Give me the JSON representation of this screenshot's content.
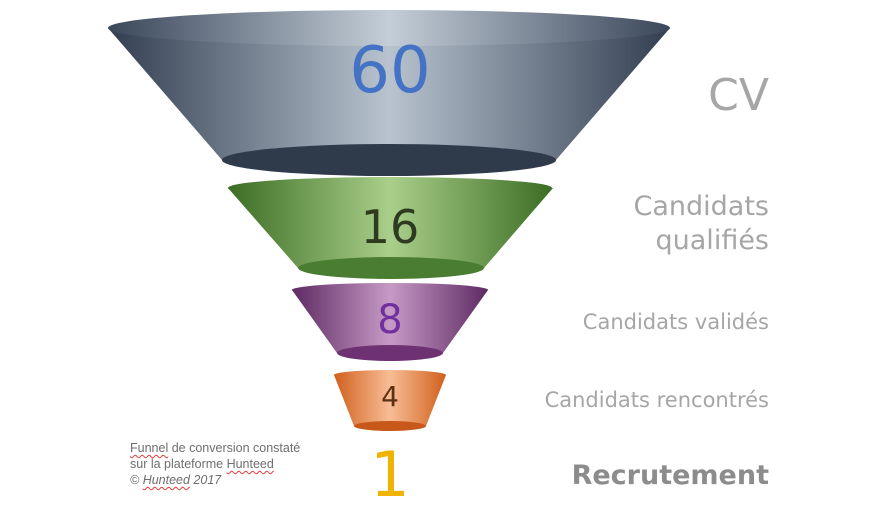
{
  "funnel": {
    "stages": [
      {
        "value": "60",
        "label": "CV",
        "value_color": "#4472c4",
        "fill_dark": "#323e50",
        "fill_light": "#b4bfcb"
      },
      {
        "value": "16",
        "label_line1": "Candidats",
        "label_line2": "qualifiés",
        "value_color": "#2e3b21",
        "fill_dark": "#3c6d24",
        "fill_light": "#a9cf8a"
      },
      {
        "value": "8",
        "label": "Candidats validés",
        "value_color": "#7030a0",
        "fill_dark": "#5d2a62",
        "fill_light": "#c79ac6"
      },
      {
        "value": "4",
        "label": "Candidats rencontrés",
        "value_color": "#5a3112",
        "fill_dark": "#d0601c",
        "fill_light": "#f6b48a"
      },
      {
        "value": "1",
        "label": "Recrutement",
        "value_color": "#f0b400"
      }
    ]
  },
  "caption": {
    "line1_word1": "Funnel",
    "line1_rest": " de conversion constaté",
    "line2_start": "sur la plateforme ",
    "line2_brand": "Hunteed",
    "line3_copy": "© ",
    "line3_brand": "Hunteed",
    "line3_year": " 2017"
  },
  "colors": {
    "label_gray": "#a6a6a6",
    "recrutement_gray": "#8c8c8c",
    "squiggle_red": "#e03c3c"
  }
}
